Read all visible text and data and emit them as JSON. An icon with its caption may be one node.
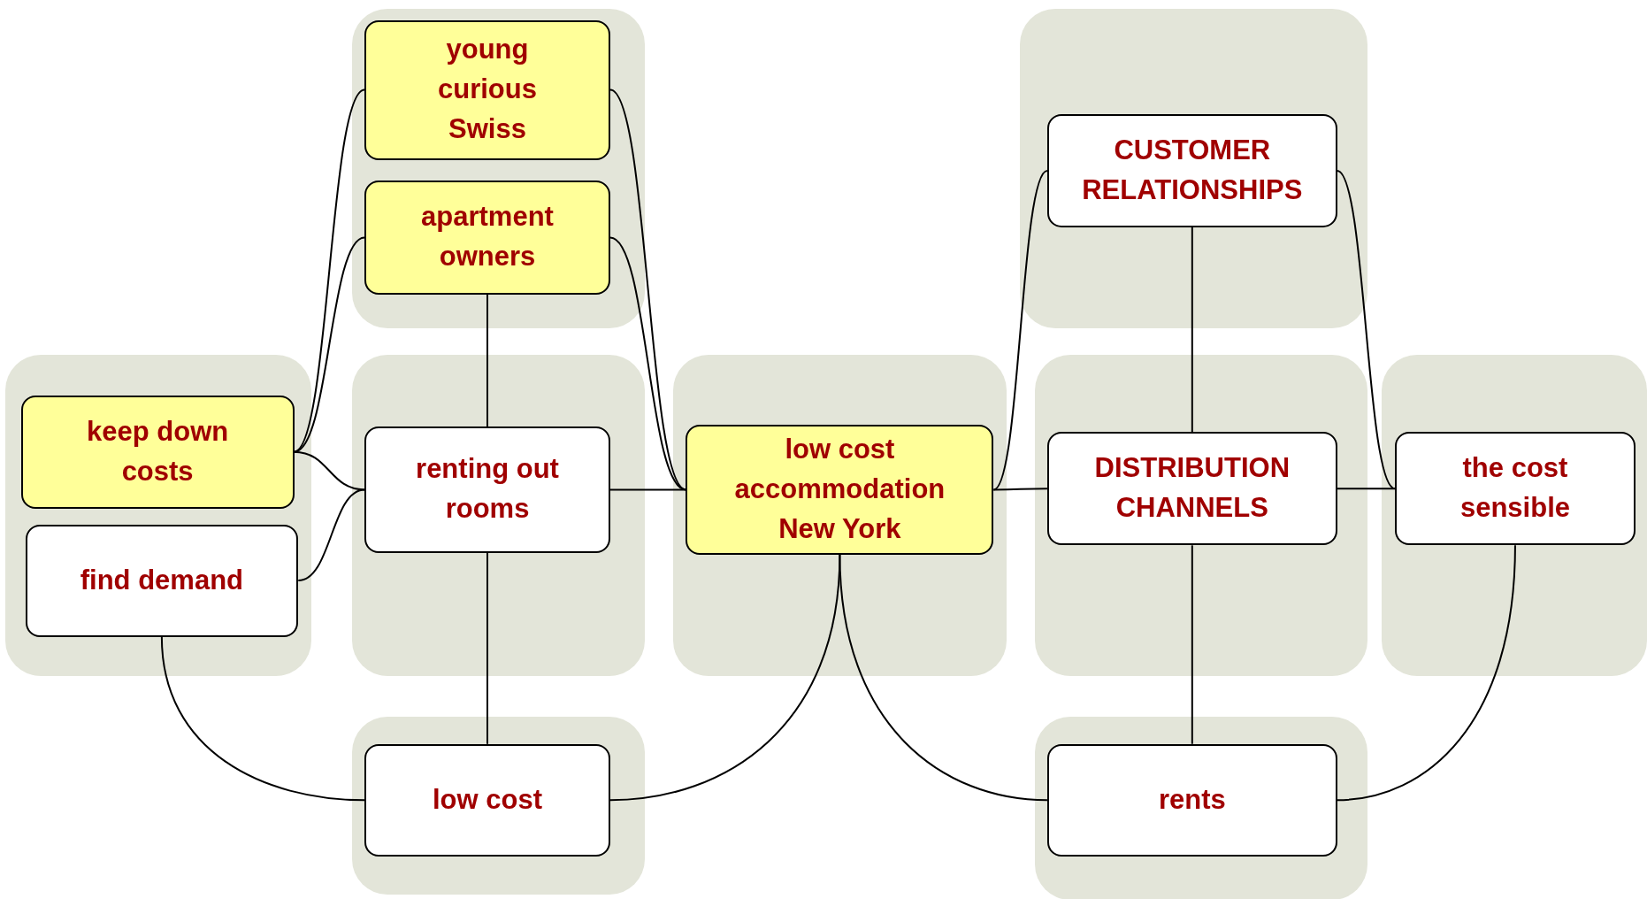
{
  "diagram": {
    "nodes": [
      {
        "text": [],
        "shape": "box"
      },
      {
        "text": [
          "young curious Swiss"
        ],
        "in": 0
      },
      {
        "text": [
          "apartment owners"
        ],
        "in": 0
      },
      {
        "text": [],
        "shape": "box"
      },
      {
        "text": [
          "CUSTOMER RELATIONSHIPS"
        ],
        "in": 3
      },
      {
        "text": [],
        "shape": "box"
      },
      {
        "text": [
          "keep down costs"
        ],
        "in": 5
      },
      {
        "text": [
          "find demand"
        ],
        "in": 5
      },
      {
        "text": [],
        "shape": "box"
      },
      {
        "text": [
          "renting out rooms"
        ],
        "in": 8
      },
      {
        "text": [],
        "shape": "box"
      },
      {
        "text": [
          "low cost accommodation New York"
        ],
        "in": 10
      },
      {
        "text": [],
        "shape": "box"
      },
      {
        "text": [
          "DISTRIBUTION CHANNELS"
        ],
        "in": 12
      },
      {
        "text": [],
        "shape": "box"
      },
      {
        "text": [
          "the cost sensible"
        ],
        "in": 14
      },
      {
        "text": [],
        "shape": "box"
      },
      {
        "text": [
          "low cost"
        ],
        "in": 16
      },
      {
        "text": [],
        "shape": "box"
      },
      {
        "text": [
          "rents"
        ],
        "in": 18
      }
    ],
    "edges": [
      {
        "from": 6,
        "to": 1,
        "arrow": "none"
      },
      {
        "from": 6,
        "to": 2,
        "arrow": "none"
      },
      {
        "from": 6,
        "to": 9,
        "arrow": "none"
      },
      {
        "from": 7,
        "to": 9,
        "arrow": "none"
      },
      {
        "from": 1,
        "to": 11,
        "arrow": "none"
      },
      {
        "from": 2,
        "to": 11,
        "arrow": "none"
      },
      {
        "from": 2,
        "to": 9,
        "arrow": "none"
      },
      {
        "from": 9,
        "to": 11,
        "arrow": "none"
      },
      {
        "from": 9,
        "to": 17,
        "arrow": "none"
      },
      {
        "from": 7,
        "to": 17,
        "arrow": "none"
      },
      {
        "from": 17,
        "to": 11,
        "arrow": "none"
      },
      {
        "from": 11,
        "to": 19,
        "arrow": "none"
      },
      {
        "from": 11,
        "to": 4,
        "arrow": "none"
      },
      {
        "from": 11,
        "to": 13,
        "arrow": "none"
      },
      {
        "from": 4,
        "to": 13,
        "arrow": "none"
      },
      {
        "from": 13,
        "to": 19,
        "arrow": "none"
      },
      {
        "from": 13,
        "to": 15,
        "arrow": "none"
      },
      {
        "from": 4,
        "to": 15,
        "arrow": "none"
      },
      {
        "from": 15,
        "to": 19,
        "arrow": "none"
      }
    ]
  }
}
